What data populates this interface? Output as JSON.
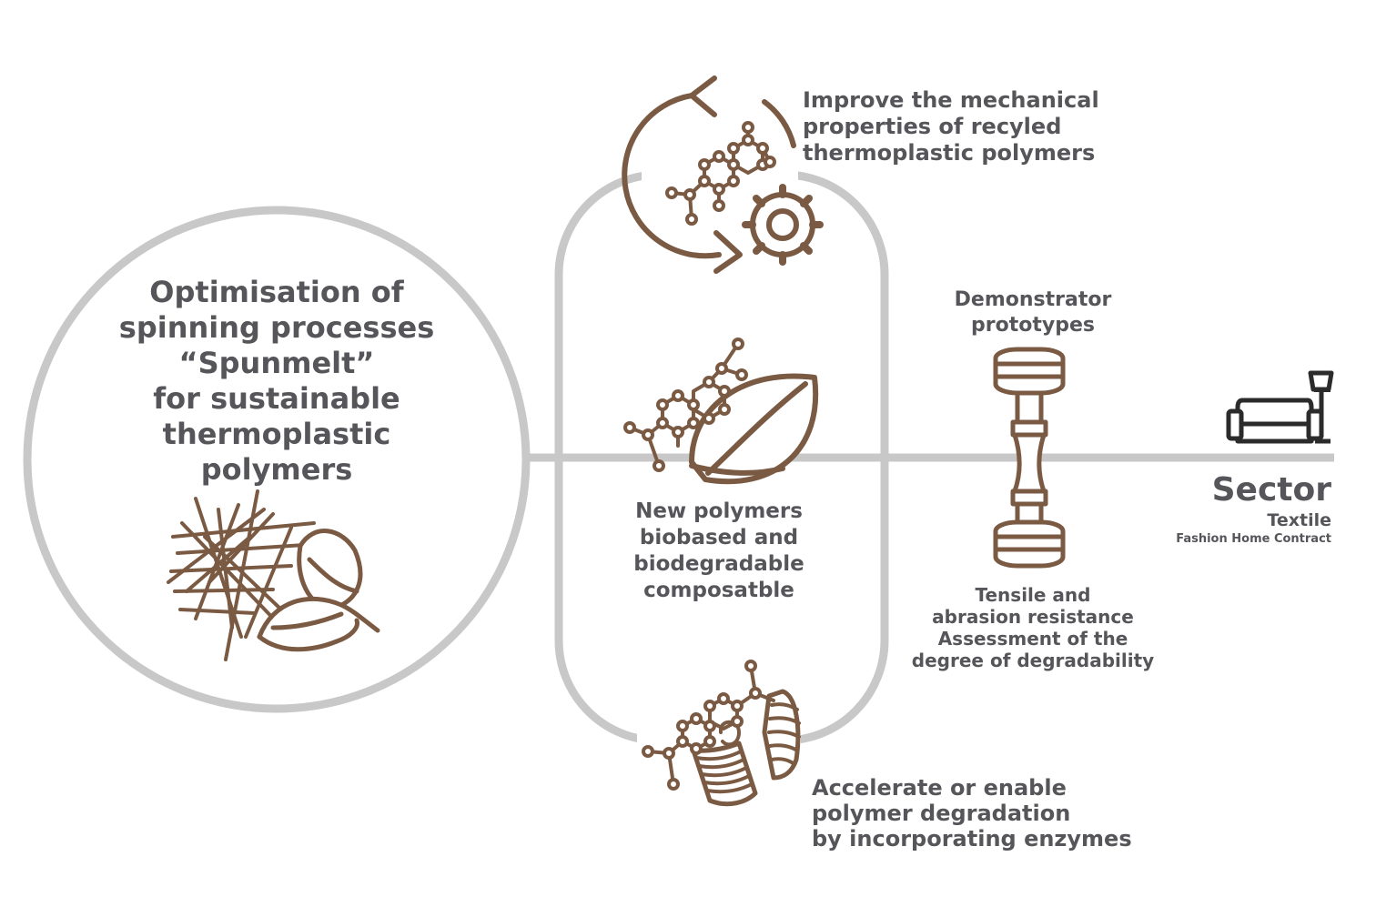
{
  "colors": {
    "line_gray": "#c8c8c8",
    "text_gray": "#56565a",
    "brown": "#7b5a43"
  },
  "main_circle": {
    "title_lines": [
      "Optimisation of",
      "spinning processes",
      "“Spunmelt”",
      "for sustainable",
      "thermoplastic",
      "polymers"
    ],
    "icon": "fiber-mesh-with-leaves-icon"
  },
  "top_node": {
    "label_lines": [
      "Improve the mechanical",
      "properties of recyled",
      "thermoplastic polymers"
    ],
    "icon": "recycle-molecule-gear-icon"
  },
  "middle_node": {
    "label_lines": [
      "New polymers",
      "biobased and",
      "biodegradable",
      "composatble"
    ],
    "icon": "molecule-leaf-icon"
  },
  "bottom_node": {
    "label_lines": [
      "Accelerate or enable",
      "polymer degradation",
      "by incorporating enzymes"
    ],
    "icon": "molecule-enzyme-icon"
  },
  "demonstrator": {
    "title_lines": [
      "Demonstrator",
      "prototypes"
    ],
    "caption_lines": [
      "Tensile and",
      "abrasion resistance",
      "Assessment of the",
      "degree of degradability"
    ],
    "icon": "tensile-tester-icon"
  },
  "sector": {
    "title": "Sector",
    "subtitle": "Textile",
    "detail": "Fashion Home Contract",
    "icon": "armchair-lamp-icon"
  }
}
